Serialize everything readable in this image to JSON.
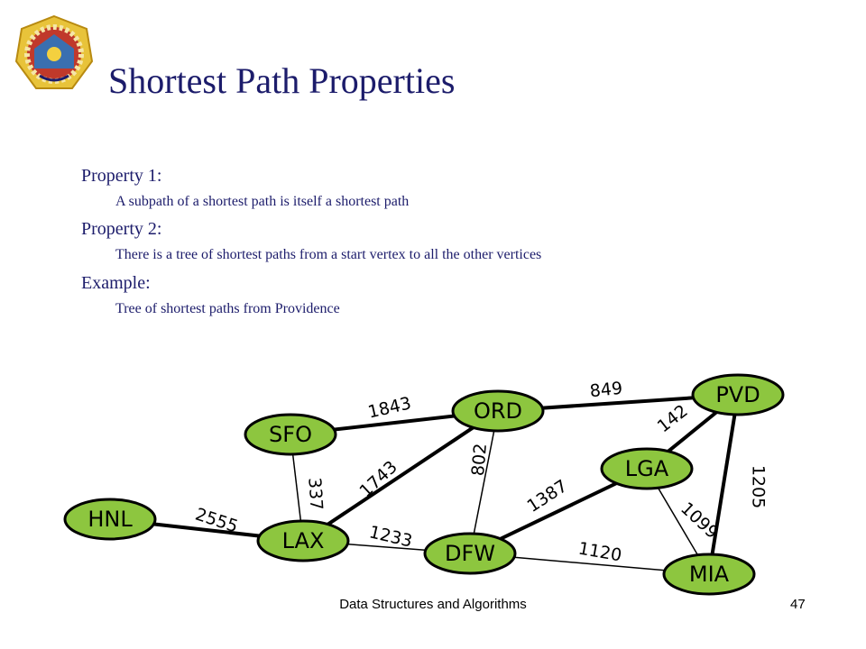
{
  "slide": {
    "title": "Shortest Path Properties",
    "footer": "Data Structures and Algorithms",
    "page_number": "47"
  },
  "properties": [
    {
      "heading": "Property 1:",
      "text": "A subpath of a shortest path is itself a shortest path"
    },
    {
      "heading": "Property 2:",
      "text": "There is a tree of shortest paths from a start vertex to all the other vertices"
    },
    {
      "heading": "Example:",
      "text": "Tree of shortest paths from Providence"
    }
  ],
  "graph": {
    "node_color": "#8dc63f",
    "nodes": [
      {
        "id": "PVD",
        "label": "PVD"
      },
      {
        "id": "ORD",
        "label": "ORD"
      },
      {
        "id": "SFO",
        "label": "SFO"
      },
      {
        "id": "LGA",
        "label": "LGA"
      },
      {
        "id": "HNL",
        "label": "HNL"
      },
      {
        "id": "LAX",
        "label": "LAX"
      },
      {
        "id": "DFW",
        "label": "DFW"
      },
      {
        "id": "MIA",
        "label": "MIA"
      }
    ],
    "edges": [
      {
        "from": "PVD",
        "to": "ORD",
        "weight": "849",
        "in_tree": true
      },
      {
        "from": "PVD",
        "to": "LGA",
        "weight": "142",
        "in_tree": true
      },
      {
        "from": "PVD",
        "to": "MIA",
        "weight": "1205",
        "in_tree": true
      },
      {
        "from": "ORD",
        "to": "SFO",
        "weight": "1843",
        "in_tree": true
      },
      {
        "from": "ORD",
        "to": "LAX",
        "weight": "1743",
        "in_tree": true
      },
      {
        "from": "ORD",
        "to": "DFW",
        "weight": "802",
        "in_tree": false
      },
      {
        "from": "SFO",
        "to": "LAX",
        "weight": "337",
        "in_tree": false
      },
      {
        "from": "HNL",
        "to": "LAX",
        "weight": "2555",
        "in_tree": true
      },
      {
        "from": "LAX",
        "to": "DFW",
        "weight": "1233",
        "in_tree": false
      },
      {
        "from": "LGA",
        "to": "DFW",
        "weight": "1387",
        "in_tree": true
      },
      {
        "from": "LGA",
        "to": "MIA",
        "weight": "1099",
        "in_tree": false
      },
      {
        "from": "DFW",
        "to": "MIA",
        "weight": "1120",
        "in_tree": false
      }
    ]
  }
}
